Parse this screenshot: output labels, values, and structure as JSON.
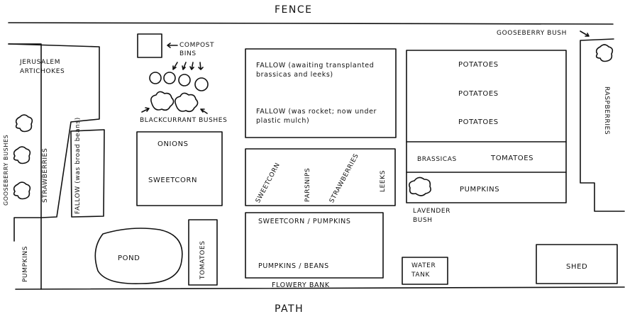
{
  "labels": {
    "fence": "FENCE",
    "path": "PATH",
    "gooseberry_bush_top": "GOOSEBERRY BUSH",
    "compost_bins": "COMPOST BINS",
    "blackcurrant_bushes": "BLACKCURRANT BUSHES",
    "jerusalem_artichokes": "JERUSALEM ARTICHOKES",
    "gooseberry_bushes_left": "GOOSEBERRY BUSHES",
    "strawberries_left": "STRAWBERRIES",
    "fallow_broad_beans": "FALLOW (was broad beans)",
    "onions": "ONIONS",
    "sweetcorn_bed": "SWEETCORN",
    "fallow_brassicas": "FALLOW (awaiting transplanted brassicas and leeks)",
    "fallow_rocket": "FALLOW (was rocket; now under plastic mulch)",
    "sweetcorn_diag": "SWEETCORN",
    "parsnips": "PARSNIPS",
    "strawberries_diag": "STRAWBERRIES",
    "leeks": "LEEKS",
    "potatoes": [
      "POTATOES",
      "POTATOES",
      "POTATOES"
    ],
    "brassicas": "BRASSICAS",
    "tomatoes_right": "TOMATOES",
    "pumpkins_right": "PUMPKINS",
    "lavender_bush": "LAVENDER BUSH",
    "raspberries": "RASPBERRIES",
    "sweetcorn_pumpkins": "SWEETCORN / PUMPKINS",
    "pumpkins_beans": "PUMPKINS / BEANS",
    "flowery_bank": "FLOWERY BANK",
    "water_tank": "WATER TANK",
    "shed": "SHED",
    "pond": "POND",
    "tomatoes_left": "TOMATOES",
    "pumpkins_left": "PUMPKINS"
  }
}
